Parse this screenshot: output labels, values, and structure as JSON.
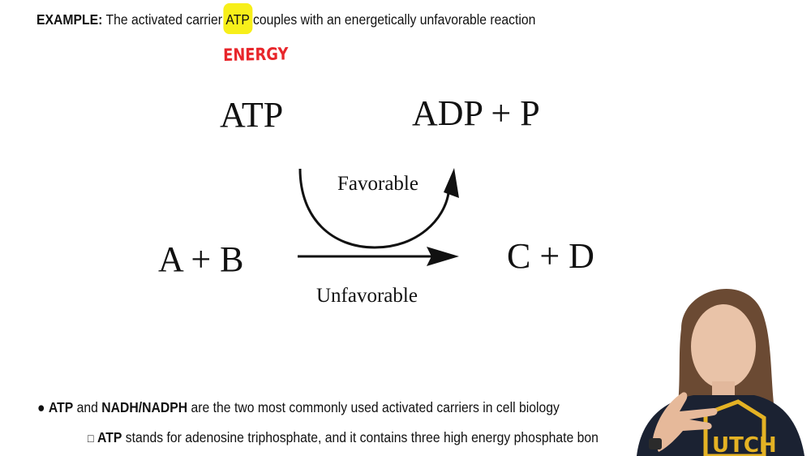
{
  "header": {
    "prefix": "EXAMPLE:",
    "text_before": " The activated carrier ",
    "highlight": "ATP",
    "text_after": " couples with an energetically unfavorable reaction",
    "highlight_color": "#f7ef1a"
  },
  "annotation": {
    "text": "ENERGY",
    "color": "#e8262b"
  },
  "diagram": {
    "atp": "ATP",
    "adp_p": "ADP + P",
    "reactants": "A + B",
    "products": "C + D",
    "favorable_label": "Favorable",
    "unfavorable_label": "Unfavorable"
  },
  "bullets": [
    {
      "marker": "●",
      "bold1": "ATP",
      "text1": " and ",
      "bold2": "NADH/NADPH",
      "text2": " are the two most commonly used activated carriers in cell biology"
    },
    {
      "marker": "□",
      "bold1": "ATP",
      "text1": " stands for adenosine triphosphate, and it contains three high energy phosphate bon"
    }
  ],
  "presenter": {
    "shirt_text": "UTCH",
    "shirt_color": "#1b2232",
    "logo_color": "#e4b224"
  }
}
